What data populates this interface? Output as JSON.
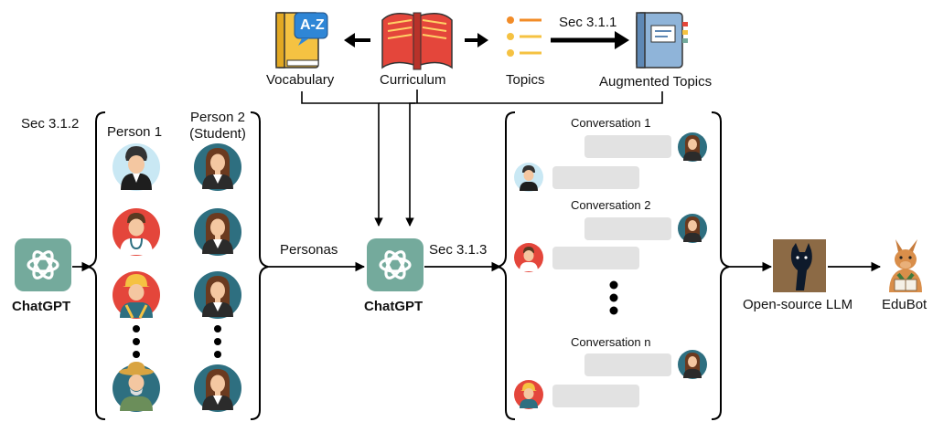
{
  "top": {
    "vocabulary": "Vocabulary",
    "curriculum": "Curriculum",
    "topics": "Topics",
    "sec311": "Sec 3.1.1",
    "augmented": "Augmented Topics",
    "az_text": "A-Z"
  },
  "left": {
    "sec312": "Sec 3.1.2",
    "person1": "Person 1",
    "person2_line1": "Person 2",
    "person2_line2": "(Student)",
    "chatgpt": "ChatGPT"
  },
  "middle": {
    "personas": "Personas",
    "sec313": "Sec 3.1.3",
    "chatgpt": "ChatGPT"
  },
  "conversations": {
    "c1": "Conversation 1",
    "c2": "Conversation 2",
    "cn": "Conversation n"
  },
  "right": {
    "llm": "Open-source LLM",
    "edubot": "EduBot"
  },
  "colors": {
    "chatgpt_green": "#74AA9C",
    "bubble_grey": "#E2E2E2",
    "teal": "#2E6F80",
    "red": "#E4463B",
    "lightblue": "#C9E8F4"
  }
}
